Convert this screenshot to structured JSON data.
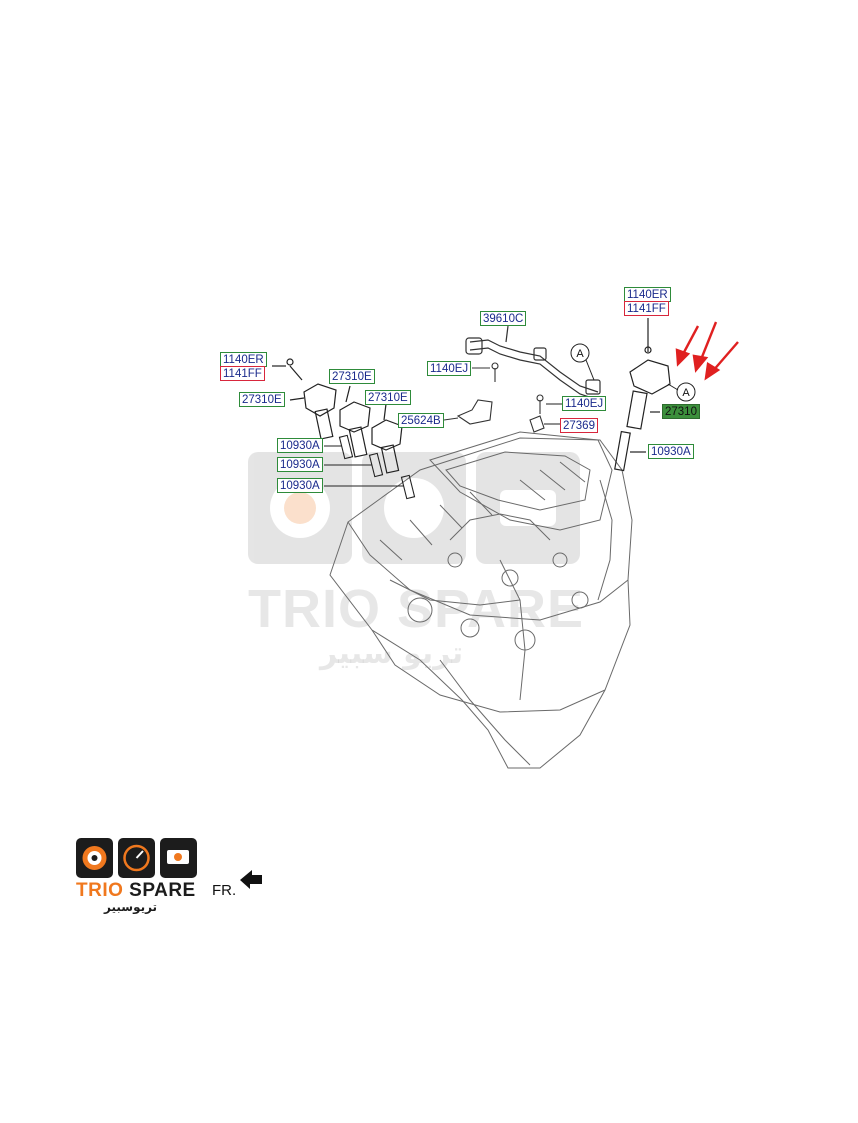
{
  "labels": {
    "l_39610c": "39610C",
    "l_1140er_r": "1140ER",
    "l_1141ff_r": "1141FF",
    "l_1140er_l": "1140ER",
    "l_1141ff_l": "1141FF",
    "l_1140ej_top": "1140EJ",
    "l_27310e_a": "27310E",
    "l_27310e_b": "27310E",
    "l_27310e_c": "27310E",
    "l_25624b": "25624B",
    "l_1140ej_mid": "1140EJ",
    "l_27369": "27369",
    "l_27310_hl": "27310",
    "l_10930a_1": "10930A",
    "l_10930a_2": "10930A",
    "l_10930a_3": "10930A",
    "l_10930a_r": "10930A",
    "ref_a_1": "A",
    "ref_a_2": "A"
  },
  "watermark": {
    "text_en": "TRIO SPARE",
    "text_ar": "تريو سبير"
  },
  "brand": {
    "name_part1": "TRIO",
    "name_part2": " SPARE",
    "name_ar": "تريوسبير"
  },
  "direction": {
    "label": "FR."
  },
  "colors": {
    "label_text": "#1a2a8c",
    "border_green": "#2e8b3a",
    "border_red": "#d8263c",
    "highlight_fill": "#3c8f3c",
    "arrow_red": "#e02020",
    "brand_orange": "#f0781e",
    "brand_dark": "#1c1c1c"
  }
}
